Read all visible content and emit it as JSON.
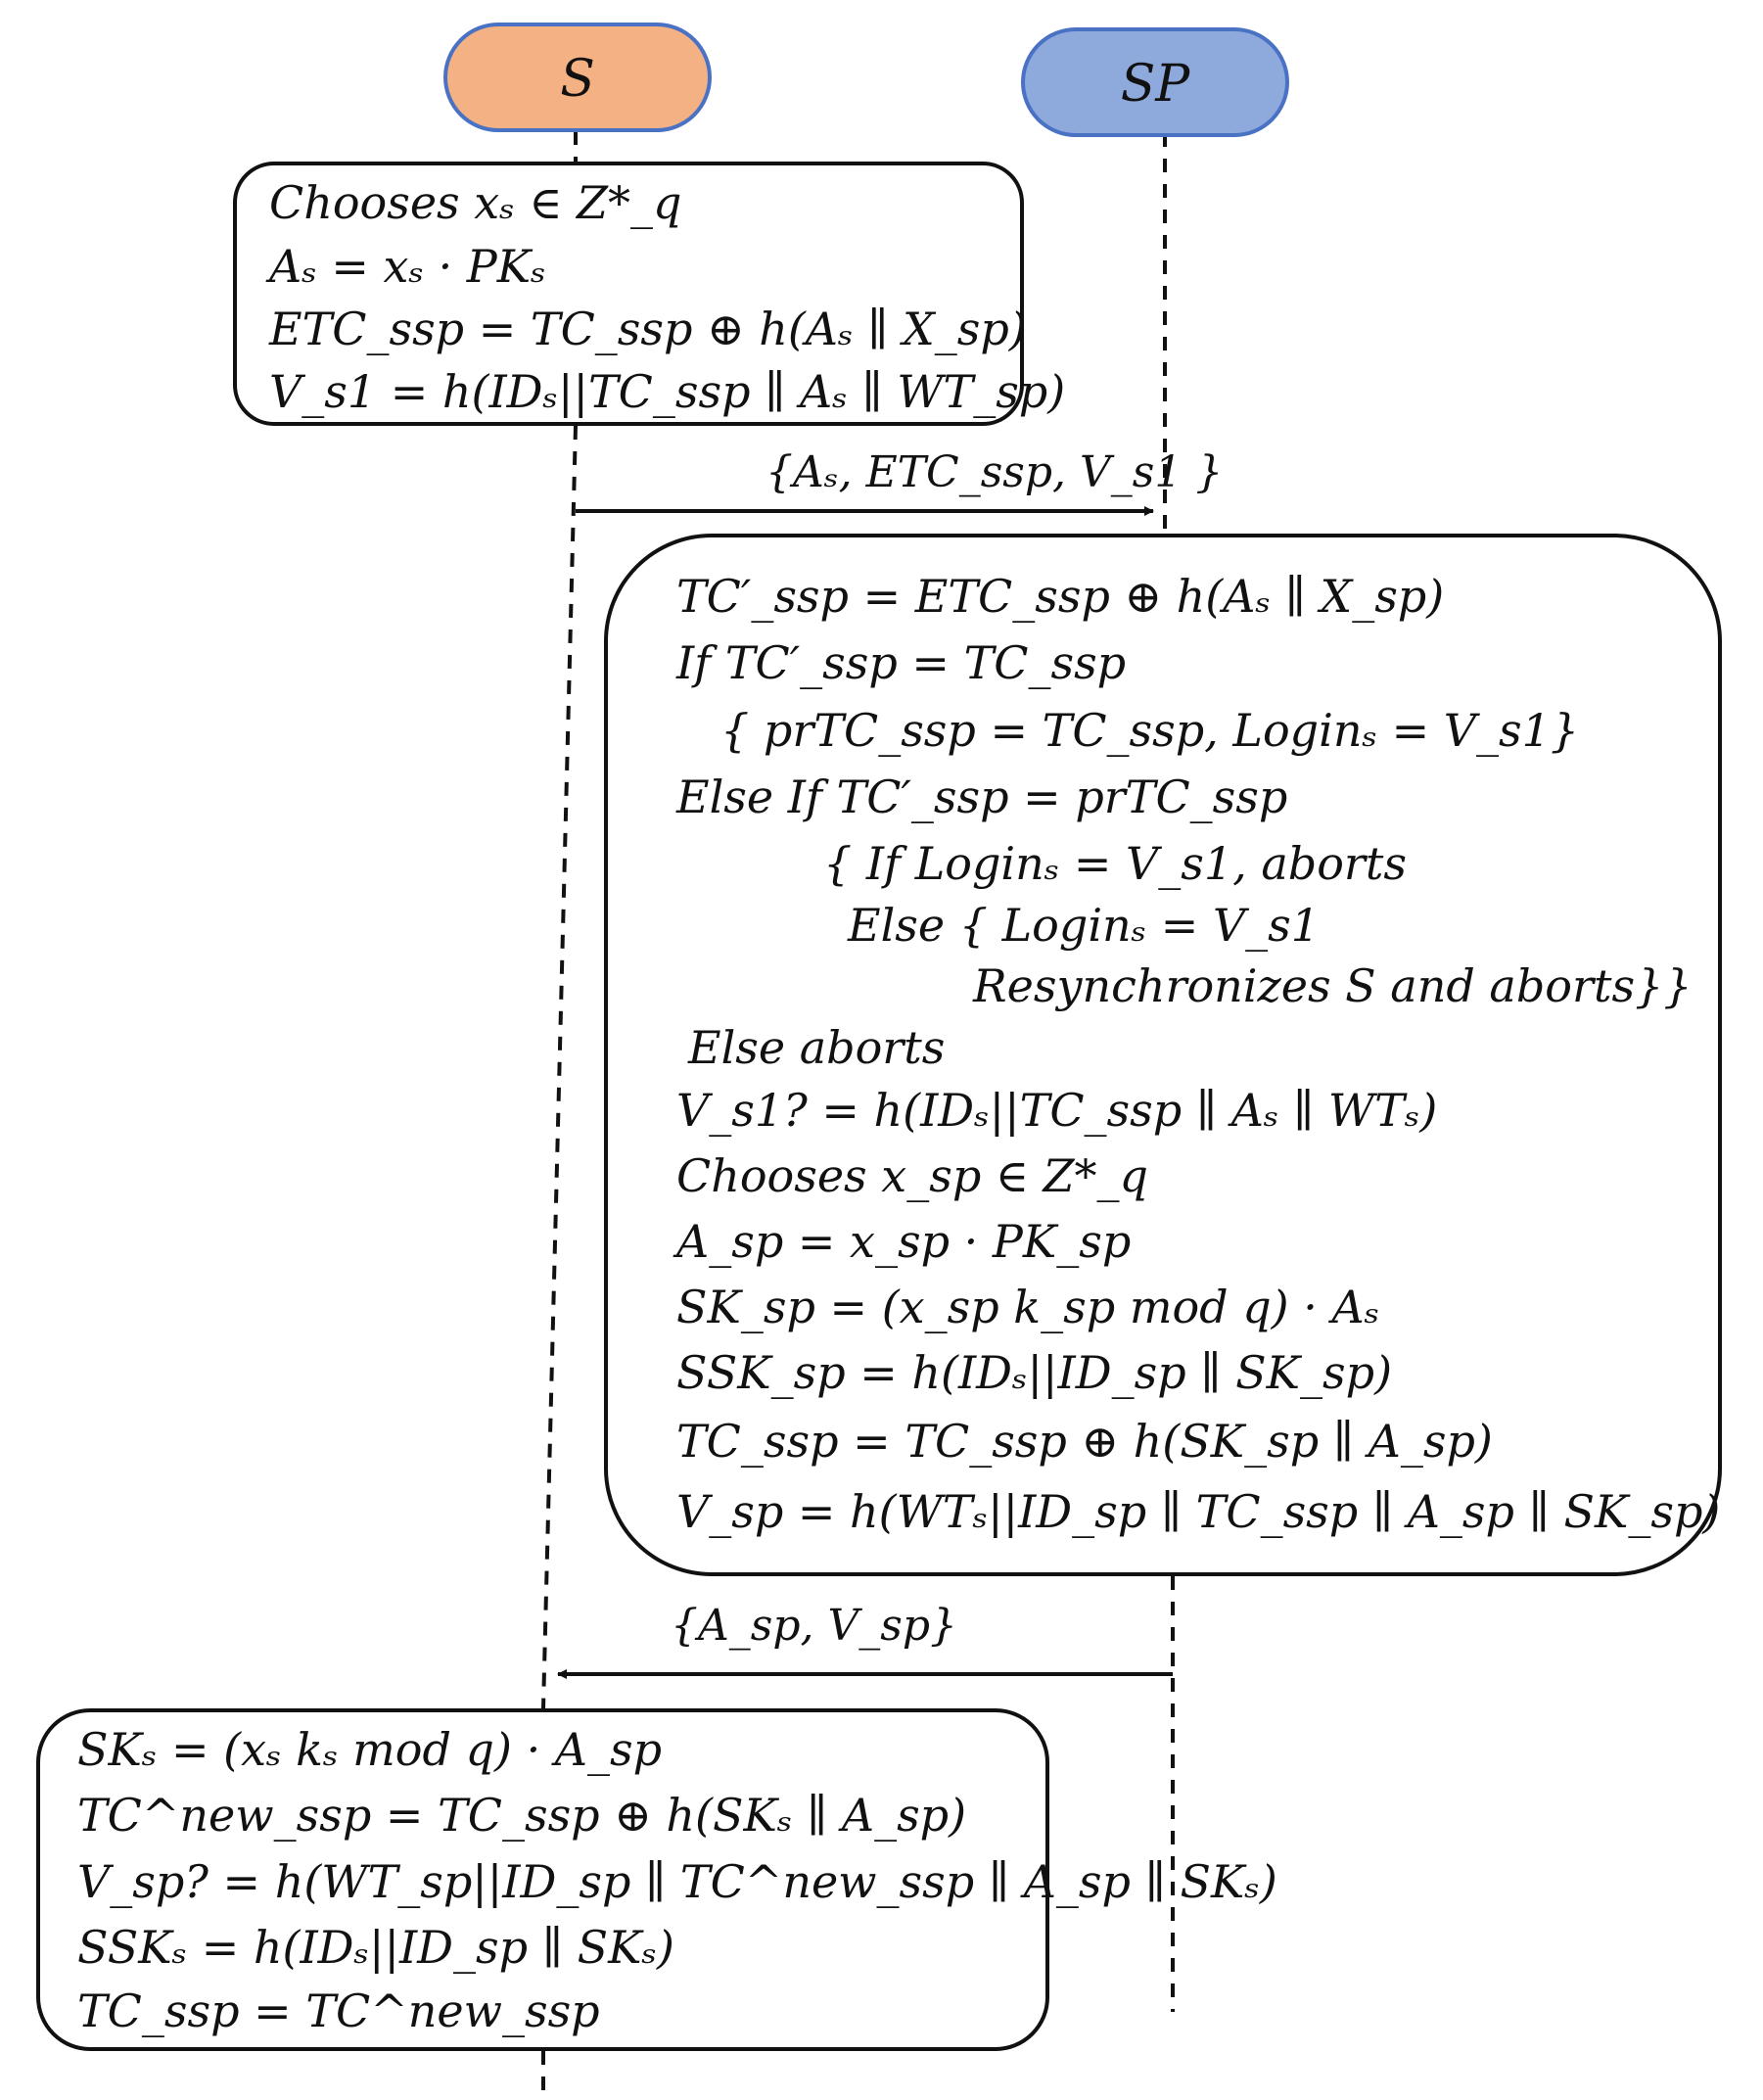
{
  "actors": {
    "s": {
      "label": "S",
      "fill": "#F4B183",
      "stroke": "#4A72C4"
    },
    "sp": {
      "label": "SP",
      "fill": "#8EA9DB",
      "stroke": "#4A72C4"
    }
  },
  "boxes": {
    "s_init": [
      "Chooses xₛ ∈ Z*_q",
      "Aₛ = xₛ · PKₛ",
      "ETC_ssp = TC_ssp ⊕ h(Aₛ ∥ X_sp)",
      "V_s1 = h(IDₛ||TC_ssp ∥ Aₛ ∥ WT_sp)"
    ],
    "sp_process": [
      "TC′_ssp = ETC_ssp ⊕ h(Aₛ ∥ X_sp)",
      "If TC′_ssp = TC_ssp",
      "{ prTC_ssp = TC_ssp, Loginₛ = V_s1}",
      "Else If TC′_ssp = prTC_ssp",
      "{ If Loginₛ = V_s1, aborts",
      "Else { Loginₛ = V_s1",
      "Resynchronizes S and aborts}}",
      "Else aborts",
      "V_s1? = h(IDₛ||TC_ssp ∥ Aₛ ∥ WTₛ)",
      "Chooses x_sp ∈ Z*_q",
      "A_sp = x_sp · PK_sp",
      "SK_sp = (x_sp k_sp mod q) · Aₛ",
      "SSK_sp = h(IDₛ||ID_sp ∥ SK_sp)",
      "TC_ssp = TC_ssp ⊕ h(SK_sp ∥ A_sp)",
      "V_sp = h(WTₛ||ID_sp ∥ TC_ssp ∥ A_sp ∥ SK_sp)"
    ],
    "s_final": [
      "SKₛ = (xₛ kₛ mod q) · A_sp",
      "TC^new_ssp = TC_ssp ⊕ h(SKₛ ∥ A_sp)",
      "V_sp? = h(WT_sp||ID_sp ∥ TC^new_ssp ∥ A_sp ∥ SKₛ)",
      "SSKₛ = h(IDₛ||ID_sp ∥ SKₛ)",
      "TC_ssp = TC^new_ssp"
    ]
  },
  "messages": {
    "m1": "{Aₛ, ETC_ssp, V_s1 }",
    "m2": "{A_sp, V_sp}"
  }
}
